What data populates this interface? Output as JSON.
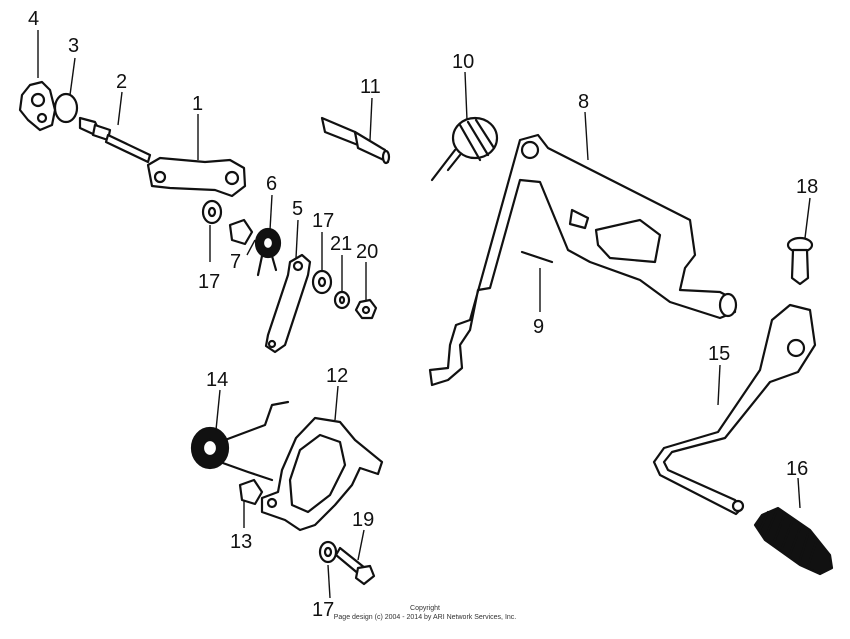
{
  "callouts": {
    "c1": "1",
    "c2": "2",
    "c3": "3",
    "c4": "4",
    "c5": "5",
    "c6": "6",
    "c7": "7",
    "c8": "8",
    "c9": "9",
    "c10": "10",
    "c11": "11",
    "c12": "12",
    "c13": "13",
    "c14": "14",
    "c15": "15",
    "c16": "16",
    "c17a": "17",
    "c17b": "17",
    "c17c": "17",
    "c18": "18",
    "c19": "19",
    "c20": "20",
    "c21": "21"
  },
  "copyright": {
    "line1": "Copyright",
    "line2": "Page design (c) 2004 - 2014 by ARI Network Services, Inc."
  }
}
